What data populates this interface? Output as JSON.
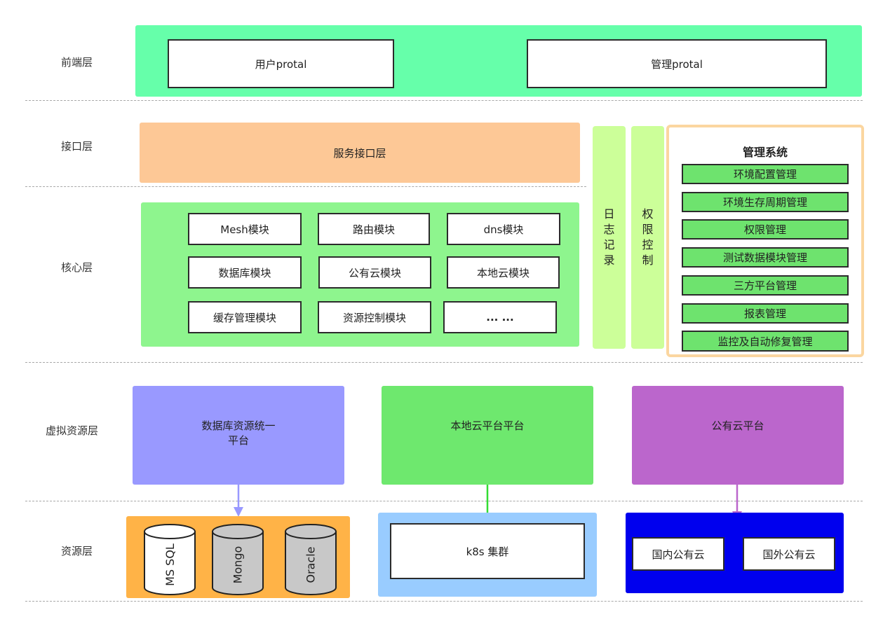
{
  "layers": {
    "frontend": "前端层",
    "interface": "接口层",
    "core": "核心层",
    "virtual": "虚拟资源层",
    "resource": "资源层"
  },
  "frontend": {
    "user_portal": "用户protal",
    "admin_portal": "管理protal"
  },
  "interface": {
    "service": "服务接口层"
  },
  "core_modules": [
    "Mesh模块",
    "路由模块",
    "dns模块",
    "数据库模块",
    "公有云模块",
    "本地云模块",
    "缓存管理模块",
    "资源控制模块",
    "... ..."
  ],
  "side_columns": {
    "log": [
      "日",
      "志",
      "记",
      "录"
    ],
    "permission": [
      "权",
      "限",
      "控",
      "制"
    ]
  },
  "management": {
    "title": "管理系统",
    "items": [
      "环境配置管理",
      "环境生存周期管理",
      "权限管理",
      "测试数据模块管理",
      "三方平台管理",
      "报表管理",
      "监控及自动修复管理"
    ]
  },
  "virtual": {
    "db_platform_line1": "数据库资源统一",
    "db_platform_line2": "平台",
    "local_cloud": "本地云平台平台",
    "public_cloud": "公有云平台"
  },
  "resources": {
    "databases": [
      "MS SQL",
      "Mongo",
      "Oracle"
    ],
    "k8s": "k8s 集群",
    "domestic_cloud": "国内公有云",
    "foreign_cloud": "国外公有云"
  },
  "colors": {
    "frontend_bg": "#66ffaa",
    "interface_bg": "#fdc896",
    "core_bg": "#8ef58e",
    "side_col_bg": "#ccff99",
    "management_border": "#fbd6a0",
    "management_item_bg": "#6ee36e",
    "db_platform_bg": "#9999ff",
    "local_cloud_bg": "#6ee86e",
    "public_cloud_bg": "#bb66cc",
    "db_resource_bg": "#ffb347",
    "k8s_resource_bg": "#99ccff",
    "public_resource_bg": "#0000ee"
  }
}
